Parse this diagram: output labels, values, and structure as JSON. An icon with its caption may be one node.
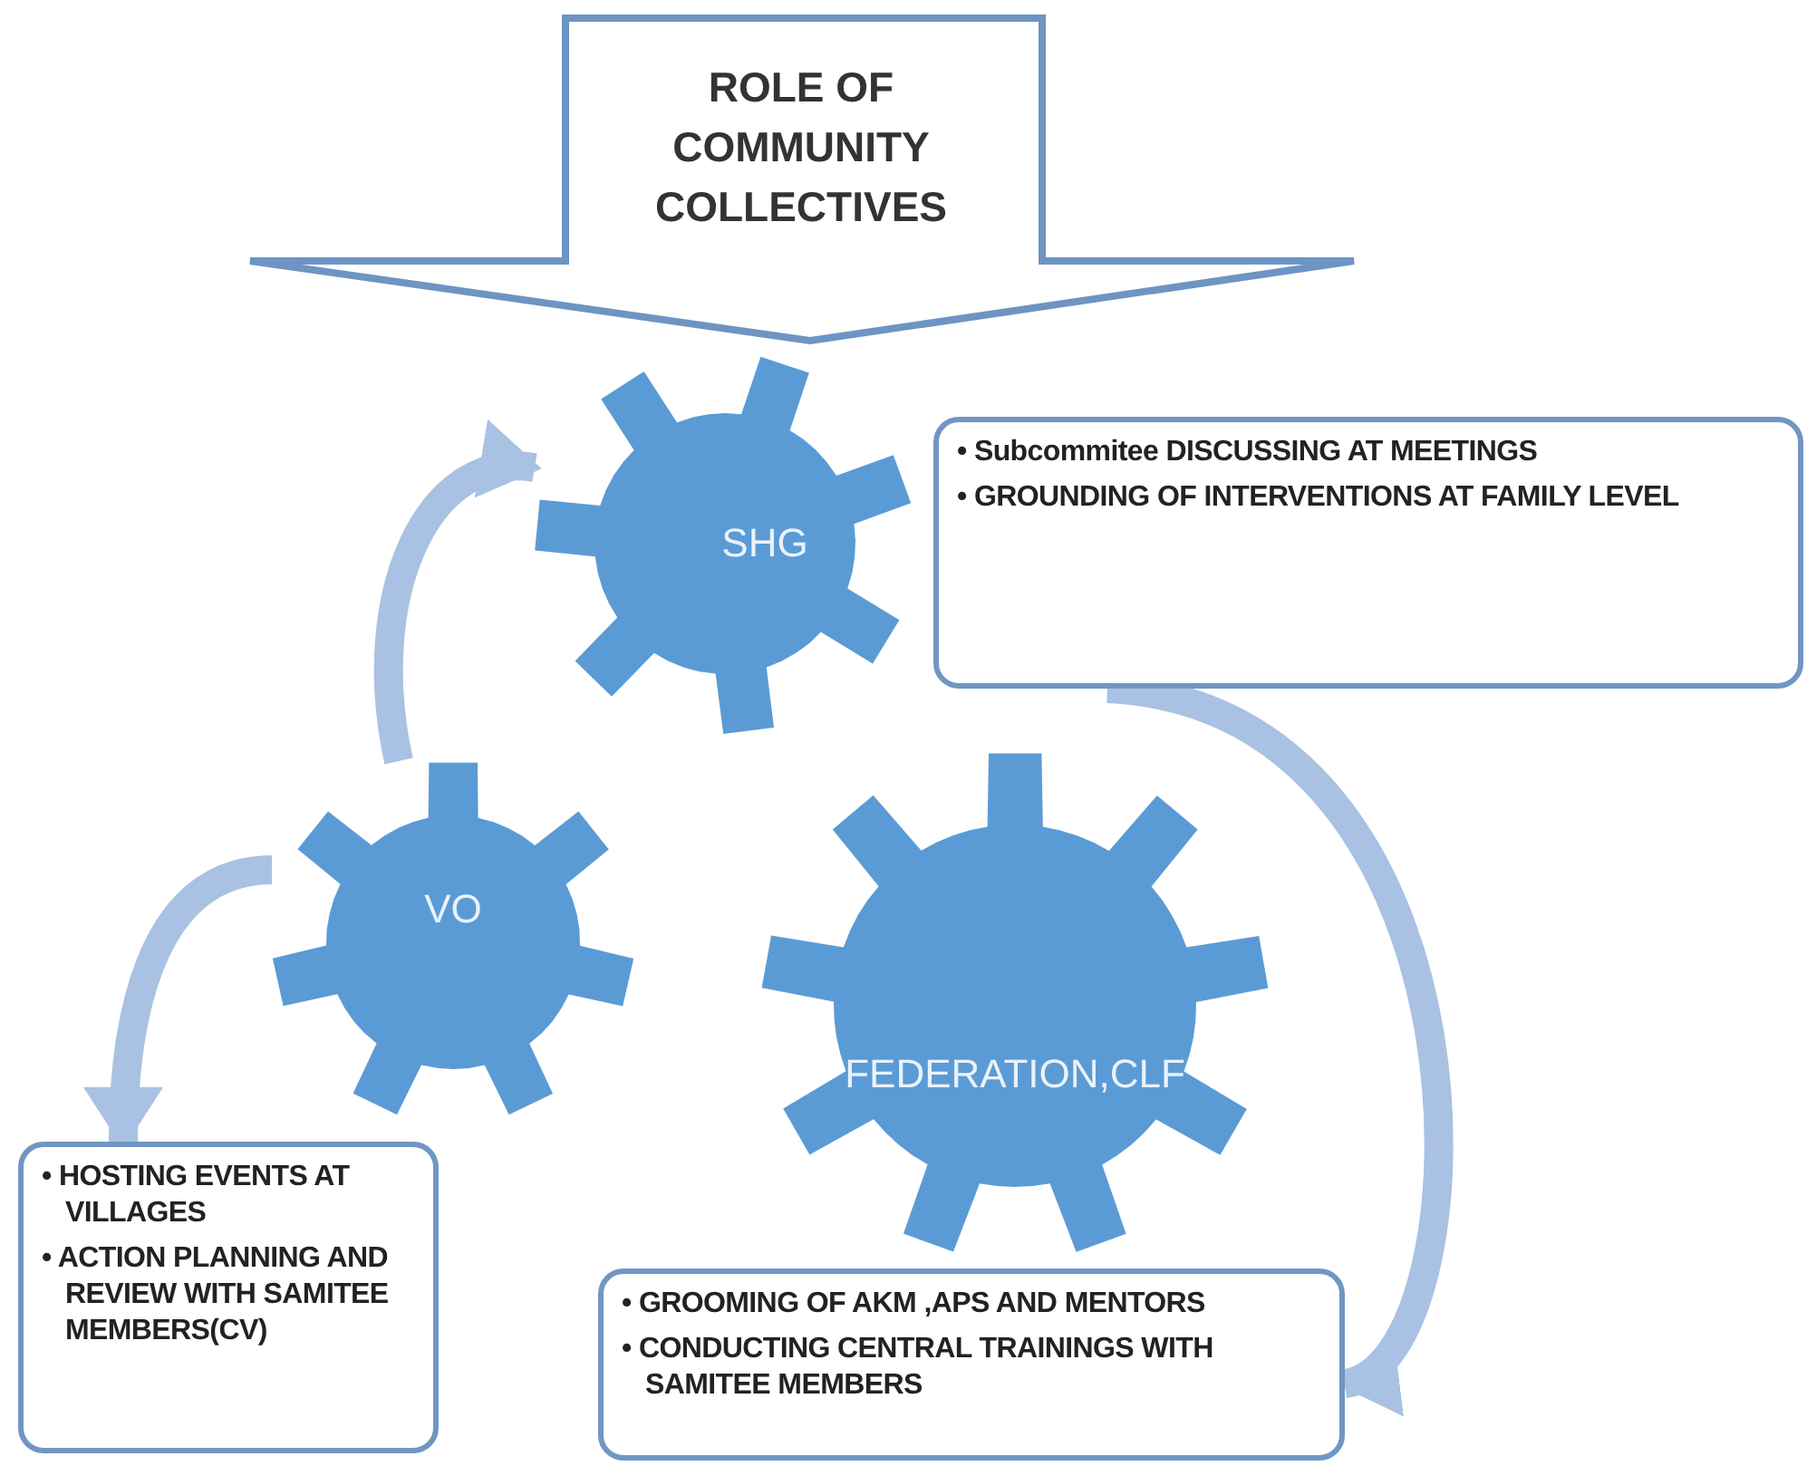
{
  "diagram": {
    "nodes": [
      {
        "text": [
          "ROLE OF COMMUNITY COLLECTIVES"
        ]
      },
      {
        "text": [
          "SHG"
        ]
      },
      {
        "text": [
          "• Subcommitee  DISCUSSING AT MEETINGS",
          "• GROUNDING OF INTERVENTIONS AT FAMILY LEVEL"
        ]
      },
      {
        "text": [
          "VO"
        ]
      },
      {
        "text": [
          "• HOSTING EVENTS AT VILLAGES",
          "• ACTION PLANNING AND REVIEW WITH SAMITEE MEMBERS(CV)"
        ]
      },
      {
        "text": [
          "FEDERATION,CLF"
        ]
      },
      {
        "text": [
          "• GROOMING OF AKM ,APS AND MENTORS",
          "• CONDUCTING CENTRAL TRAININGS WITH SAMITEE MEMBERS"
        ]
      }
    ],
    "edges": [
      {
        "from": 3,
        "to": 1,
        "arrow": "to"
      },
      {
        "from": 3,
        "to": 4,
        "arrow": "to"
      },
      {
        "from": 2,
        "to": 6,
        "arrow": "to"
      }
    ]
  }
}
